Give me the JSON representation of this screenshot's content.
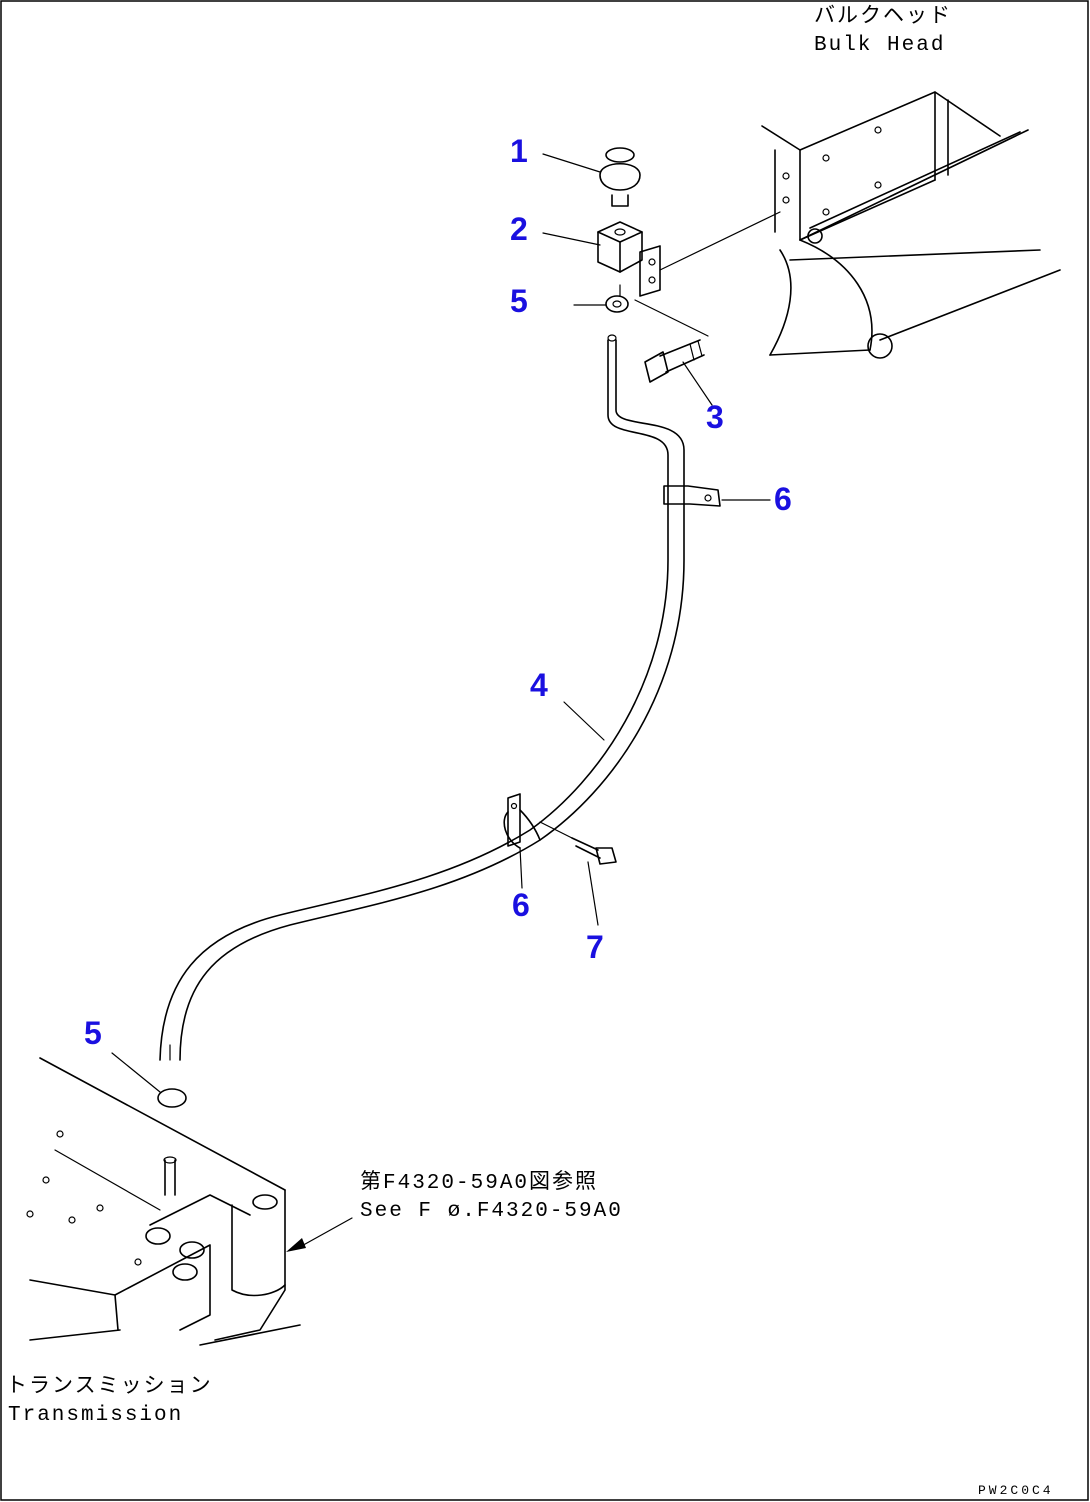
{
  "callouts": {
    "p1": "1",
    "p2": "2",
    "p3": "3",
    "p4": "4",
    "p5_top": "5",
    "p5_bottom": "5",
    "p6_top": "6",
    "p6_bottom": "6",
    "p7": "7"
  },
  "labels": {
    "bulkhead_jp": "バルクヘッド",
    "bulkhead_en": "Bulk Head",
    "reference_jp": "第F4320-59A0図参照",
    "reference_en": "See F ø.F4320-59A0",
    "transmission_jp": "トランスミッション",
    "transmission_en": "Transmission",
    "drawing_code": "PW2C0C4"
  },
  "colors": {
    "callout": "#1a10e0",
    "line": "#000000",
    "background": "#ffffff"
  }
}
